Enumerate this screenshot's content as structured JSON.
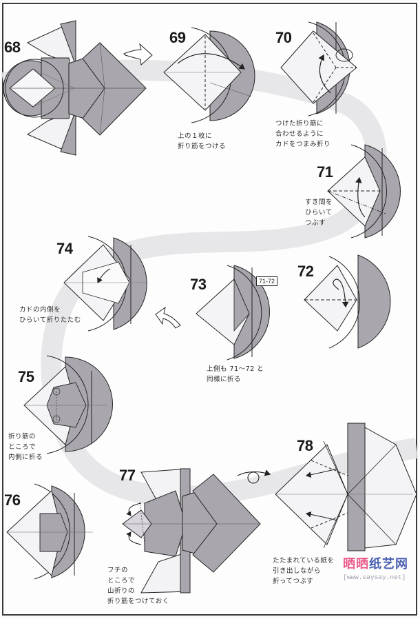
{
  "page": {
    "background": "#fdfdfd",
    "paper_gray": "#a9a6ad",
    "paper_light": "#f4f4f6",
    "line_color": "#2a2a2a"
  },
  "steps": [
    {
      "number": "68",
      "caption": ""
    },
    {
      "number": "69",
      "caption": "上の１枚に\n折り筋をつける"
    },
    {
      "number": "70",
      "caption": "つけた折り筋に\n合わせるように\nカドをつまみ折り"
    },
    {
      "number": "71",
      "caption": "すき間を\nひらいて\nつぶす"
    },
    {
      "number": "72",
      "caption": ""
    },
    {
      "number": "73",
      "caption": "上側も 71～72 と\n同様に折る",
      "reference_label": "71-72"
    },
    {
      "number": "74",
      "caption": "カドの内側を\nひらいて折りたたむ"
    },
    {
      "number": "75",
      "caption": "折り筋の\nところで\n内側に折る"
    },
    {
      "number": "76",
      "caption": ""
    },
    {
      "number": "77",
      "caption": "フチの\nところで\n山折りの\n折り筋をつけておく"
    },
    {
      "number": "78",
      "caption": "たたまれている紙を\n引き出しながら\n折ってつぶす"
    }
  ],
  "symbols": {
    "zoom_in_arrow": "hollow-arrow-right",
    "zoom_out_arrow": "hollow-arrow-up-left",
    "turn_over": "turn-over-loop-arrow"
  },
  "watermark": {
    "logo_pink": "晒晒",
    "logo_blue": "纸艺网",
    "url": "[www.saysay.net]"
  }
}
